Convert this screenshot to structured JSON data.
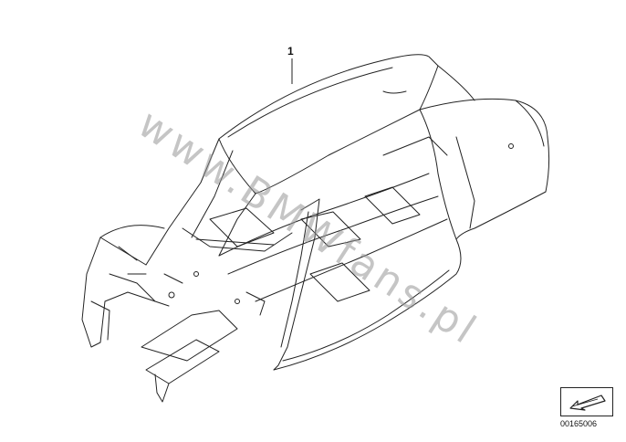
{
  "diagram": {
    "part_number": "1",
    "watermark": "www.BMWfans.pl",
    "reference_code": "00165006",
    "icons": {
      "car_body": "car-body-shell-drawing",
      "navigation": "direction-arrow-icon"
    }
  }
}
